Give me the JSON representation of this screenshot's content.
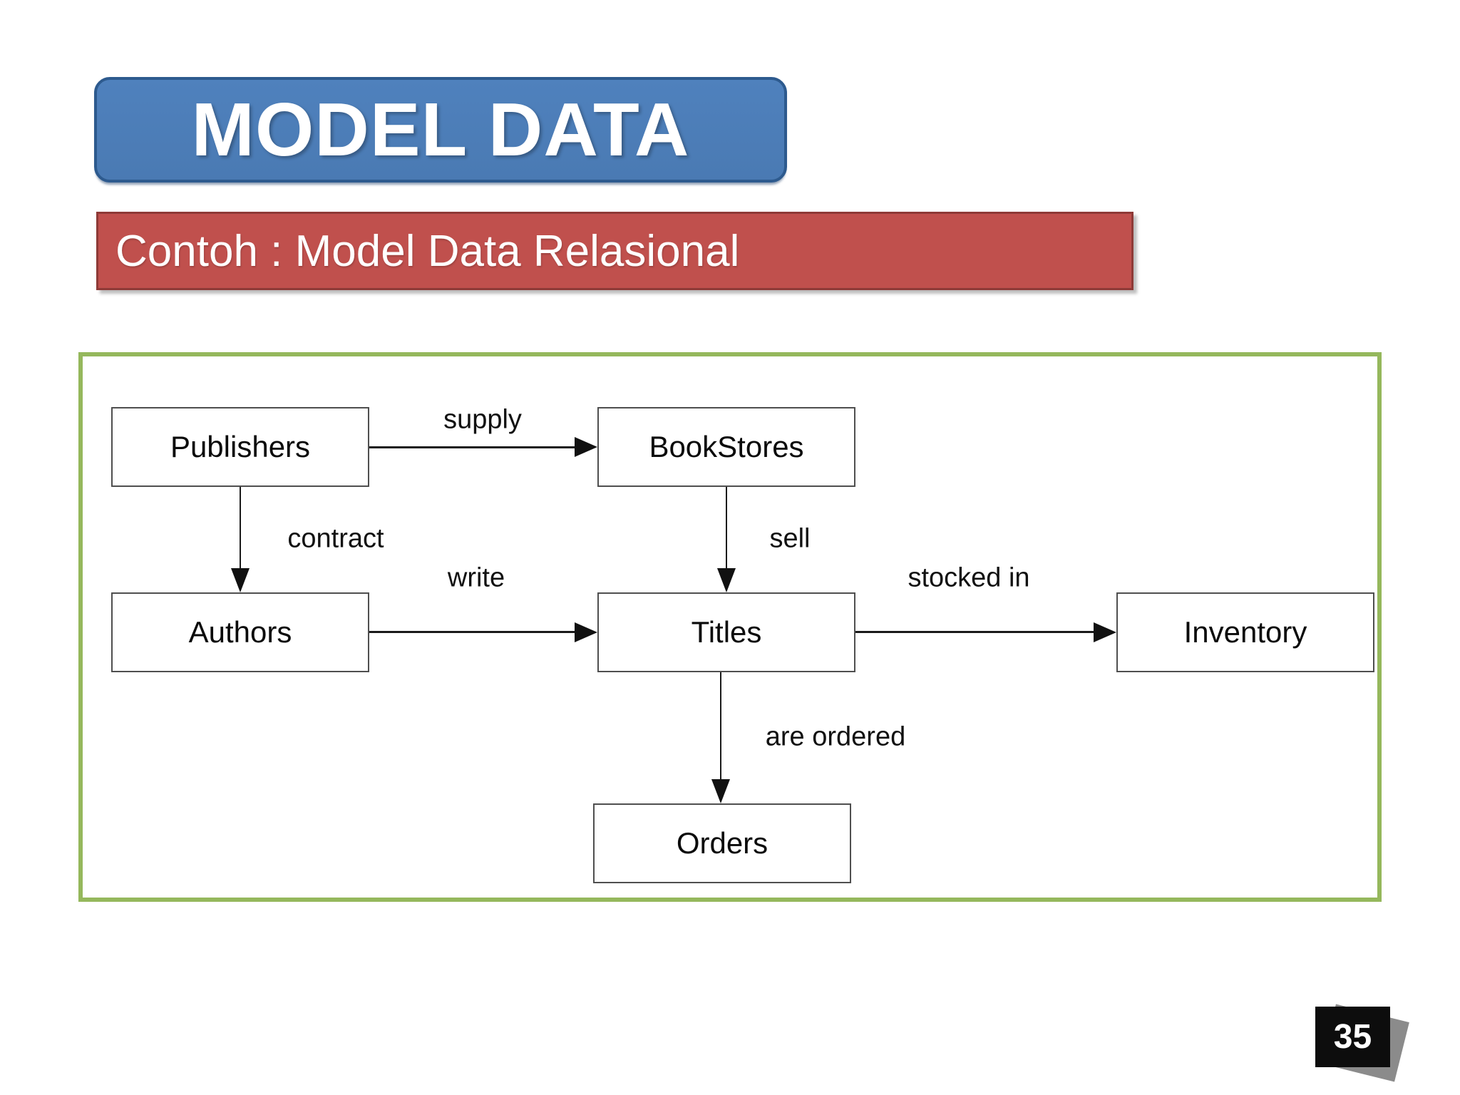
{
  "slide": {
    "title": "MODEL DATA",
    "subtitle": "Contoh : Model Data Relasional",
    "page_number": "35"
  },
  "colors": {
    "title_fill": "#4f81bd",
    "title_border": "#2d5a8e",
    "subtitle_fill": "#c0504d",
    "subtitle_border": "#8e3a37",
    "frame_border": "#95b85c",
    "badge_bg": "#0d0d0d",
    "badge_shadow": "#8b8b8b"
  },
  "diagram": {
    "entities": [
      {
        "id": "publishers",
        "label": "Publishers"
      },
      {
        "id": "bookstores",
        "label": "BookStores"
      },
      {
        "id": "authors",
        "label": "Authors"
      },
      {
        "id": "titles",
        "label": "Titles"
      },
      {
        "id": "inventory",
        "label": "Inventory"
      },
      {
        "id": "orders",
        "label": "Orders"
      }
    ],
    "relations": [
      {
        "label": "supply",
        "from": "Publishers",
        "to": "BookStores",
        "direction": "right"
      },
      {
        "label": "contract",
        "from": "Publishers",
        "to": "Authors",
        "direction": "down"
      },
      {
        "label": "sell",
        "from": "BookStores",
        "to": "Titles",
        "direction": "down"
      },
      {
        "label": "write",
        "from": "Authors",
        "to": "Titles",
        "direction": "right"
      },
      {
        "label": "stocked in",
        "from": "Titles",
        "to": "Inventory",
        "direction": "right"
      },
      {
        "label": "are ordered",
        "from": "Titles",
        "to": "Orders",
        "direction": "down"
      }
    ]
  }
}
